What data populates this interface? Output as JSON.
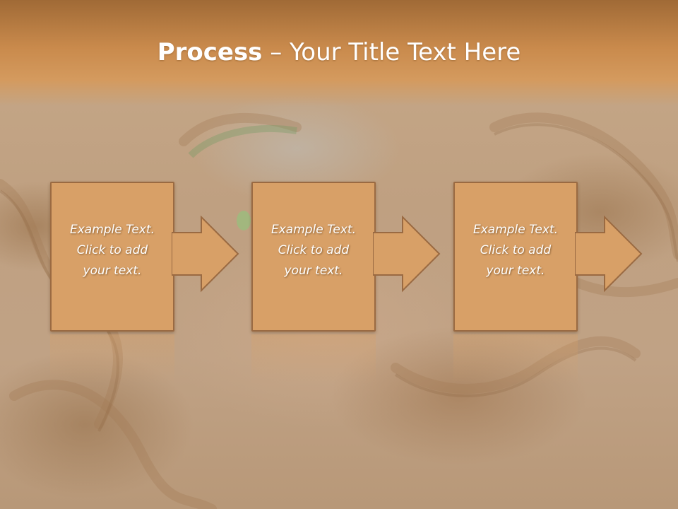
{
  "slide": {
    "title_bold": "Process",
    "title_rest": " – Your Title Text Here"
  },
  "steps": [
    {
      "text": "Example Text.\nClick  to add\nyour text."
    },
    {
      "text": "Example Text.\nClick  to add\nyour text."
    },
    {
      "text": "Example Text.\nClick  to add\nyour text."
    }
  ],
  "colors": {
    "header": "#c98a4c",
    "box_fill": "#d8a067",
    "box_border": "#9a6a42",
    "text": "#ffffff"
  }
}
